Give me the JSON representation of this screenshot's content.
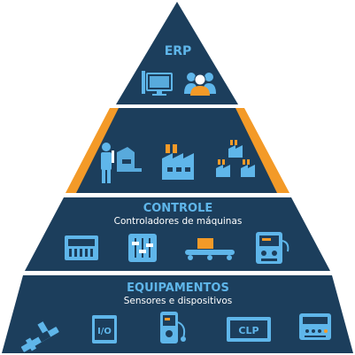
{
  "colors": {
    "tier": "#1c3e5c",
    "orange": "#f39a28",
    "accent": "#5fb6ea",
    "dark": "#0f2538",
    "white": "#ffffff"
  },
  "levels": {
    "erp": {
      "title": "ERP",
      "icons": [
        "monitor-icon",
        "users-group-icon"
      ]
    },
    "gestao": {
      "icons": [
        "operator-robot-icon",
        "factory-icon",
        "multi-factory-icon"
      ]
    },
    "controle": {
      "title": "CONTROLE",
      "subtitle": "Controladores de máquinas",
      "icons": [
        "control-panel-icon",
        "sliders-icon",
        "conveyor-icon",
        "machine-controller-icon"
      ]
    },
    "equipamentos": {
      "title": "EQUIPAMENTOS",
      "subtitle": "Sensores e dispositivos",
      "icons": [
        "caliper-icon",
        "io-module-icon",
        "handheld-device-icon",
        "clp-icon",
        "device-module-icon"
      ],
      "io_label": "I/O",
      "clp_label": "CLP"
    }
  }
}
